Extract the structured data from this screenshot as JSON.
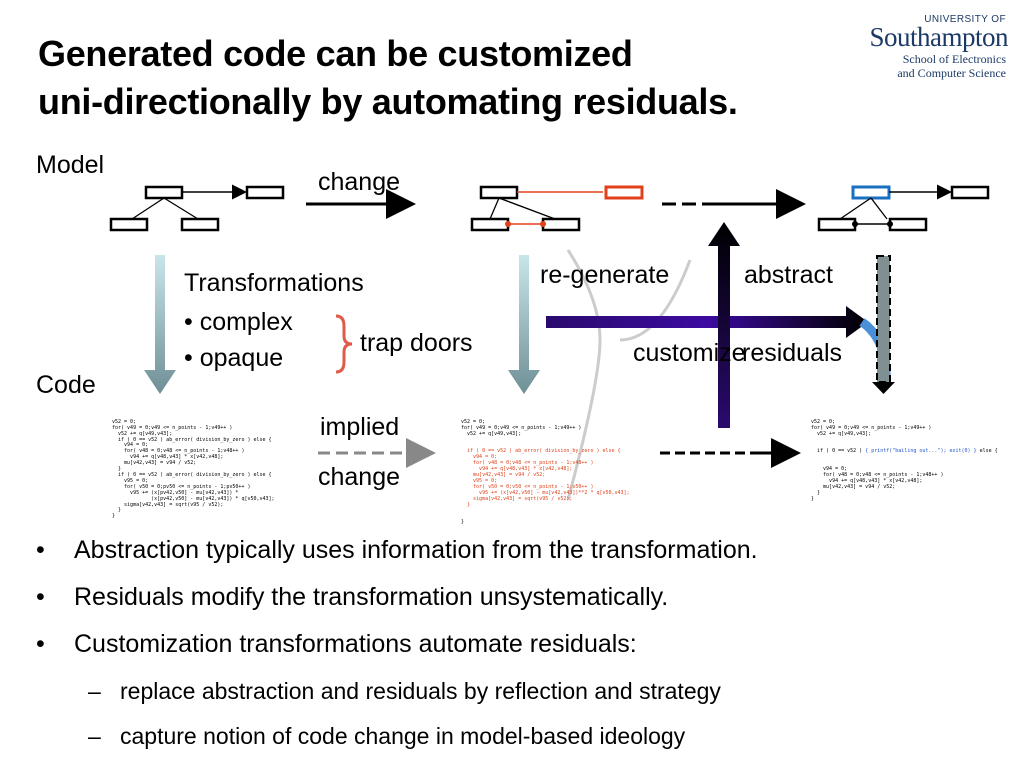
{
  "title": {
    "line1": "Generated code can be customized",
    "line2": "uni-directionally by automating residuals."
  },
  "logo": {
    "university": "UNIVERSITY OF",
    "name": "Southampton",
    "school_line1": "School of Electronics",
    "school_line2": "and Computer Science"
  },
  "diagram": {
    "model_label": "Model",
    "code_label": "Code",
    "change_label": "change",
    "transformations_label": "Transformations",
    "transformations_items": [
      "complex",
      "opaque"
    ],
    "trap_doors_label": "trap doors",
    "implied_label": "implied",
    "implied_change_label": "change",
    "regenerate_label": "re-generate",
    "abstract_label": "abstract",
    "customize_label": "customize",
    "residuals_label": "residuals",
    "colors": {
      "model_change": "#e0401a",
      "model_abstract": "#1a70c0",
      "gradient_start": "#c8e6ea",
      "gradient_end": "#6f8f96",
      "customize_start": "#2a0a6e",
      "customize_end": "#000000",
      "residual_blue": "#4a90d8"
    },
    "code_block_1": [
      "v52 = 0;",
      "for( v49 = 0;v49 <= n_points - 1;v49++ )",
      "  v52 += q[v49,v43];",
      "  if ( 0 == v52 ) ab_error( division_by_zero ) else {",
      "    v94 = 0;",
      "    for( v48 = 0;v48 <= n_points - 1;v48++ )",
      "      v94 += q[v48,v43] * x[v42,v48];",
      "    mu[v42,v43] = v94 / v52;",
      "  }",
      "  if ( 0 == v52 ) ab_error( division_by_zero ) else {",
      "    v95 = 0;",
      "    for( v50 = 0;pv50 <= n_points - 1;pv50++ )",
      "      v95 += (x[pv42,v50] - mu[v42,v43]) *",
      "             (x[pv42,v50] - mu[v42,v43]) * q[v50,v43];",
      "    sigma[v42,v43] = sqrt(v95 / v52);",
      "  }",
      "}"
    ],
    "code_block_2_normal_head": [
      "v52 = 0;",
      "for( v49 = 0;v49 <= n_points - 1;v49++ )",
      "  v52 += q[v49,v43];"
    ],
    "code_block_2_changed": [
      "  if ( 0 == v52 ) ab_error( division_by_zero ) else {",
      "    v94 = 0;",
      "    for( v48 = 0;v48 <= n_points - 1;v48++ )",
      "      v94 += q[v48,v43] * x[v42,v48];",
      "    mu[v42,v43] = v94 / v52;",
      "    v95 = 0;",
      "    for( v50 = 0;v50 <= n_points - 1;v50++ )",
      "      v95 += (x[v42,v50] - mu[v42,v43])**2 * q[v50,v43];",
      "    sigma[v42,v43] = sqrt(v95 / v52);",
      "  }"
    ],
    "code_block_2_normal_tail": [
      "}"
    ],
    "code_block_3_pre": [
      "v52 = 0;",
      "for( v49 = 0;v49 <= n_points - 1;v49++ )",
      "  v52 += q[v49,v43];"
    ],
    "code_block_3_if_pre": "  if ( 0 == v52 ) ",
    "code_block_3_if_blue": "{ printf(\"bailing out...\"); exit(0) }",
    "code_block_3_if_post": " else {",
    "code_block_3_post": [
      "    v94 = 0;",
      "    for( v48 = 0;v48 <= n_points - 1;v48++ )",
      "      v94 += q[v48,v43] * x[v42,v48];",
      "    mu[v42,v43] = v94 / v52;",
      "  }",
      "}"
    ]
  },
  "bullets": [
    "Abstraction typically uses information from the transformation.",
    "Residuals modify the transformation unsystematically.",
    "Customization transformations automate residuals:"
  ],
  "sub_bullets": [
    "replace abstraction and residuals by reflection and strategy",
    "capture notion of code change in model-based ideology"
  ]
}
